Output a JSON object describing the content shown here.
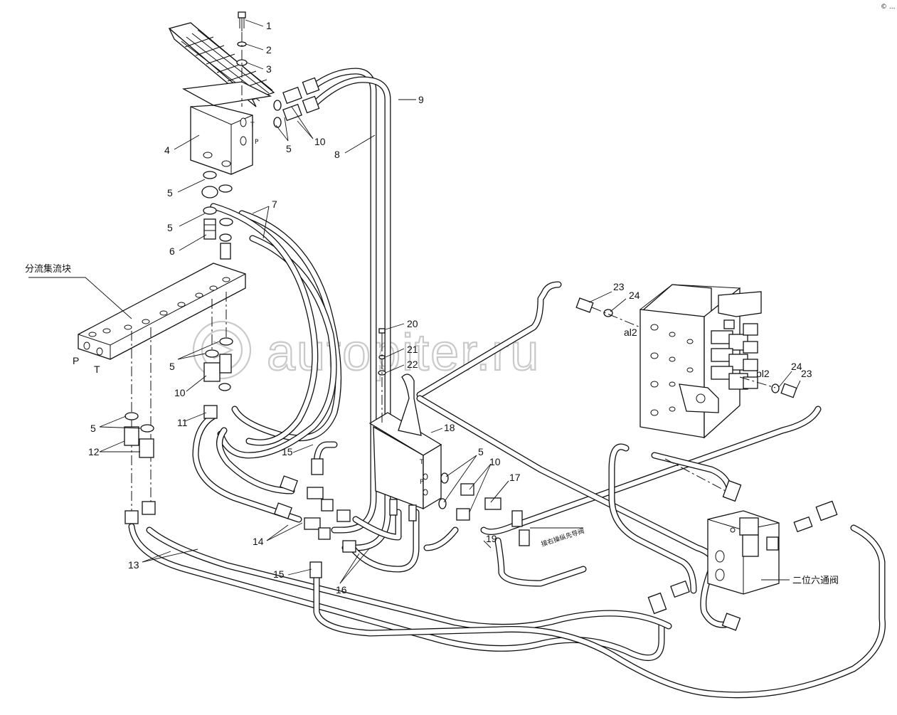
{
  "drawing": {
    "watermark": "autopiter.ru",
    "corner_mark": "© ...",
    "chinese_labels": {
      "flow_block": "分流集流块",
      "two_position_valve": "二位六通阀",
      "pilot_note": "接右操纵先导阀"
    },
    "port_labels": {
      "a": "al2",
      "b": "bl2",
      "pedal_t": "T",
      "pedal_p": "P",
      "block_p": "P",
      "block_t": "T",
      "valve_t": "T",
      "valve_p": "P"
    },
    "callouts": [
      {
        "id": "c1",
        "text": "1"
      },
      {
        "id": "c2",
        "text": "2"
      },
      {
        "id": "c3",
        "text": "3"
      },
      {
        "id": "c4",
        "text": "4"
      },
      {
        "id": "c5a",
        "text": "5"
      },
      {
        "id": "c5b",
        "text": "5"
      },
      {
        "id": "c5c",
        "text": "5"
      },
      {
        "id": "c5d",
        "text": "5"
      },
      {
        "id": "c5e",
        "text": "5"
      },
      {
        "id": "c5f",
        "text": "5"
      },
      {
        "id": "c6",
        "text": "6"
      },
      {
        "id": "c7",
        "text": "7"
      },
      {
        "id": "c8",
        "text": "8"
      },
      {
        "id": "c9",
        "text": "9"
      },
      {
        "id": "c10a",
        "text": "10"
      },
      {
        "id": "c10b",
        "text": "10"
      },
      {
        "id": "c10c",
        "text": "10"
      },
      {
        "id": "c11",
        "text": "11"
      },
      {
        "id": "c12",
        "text": "12"
      },
      {
        "id": "c13",
        "text": "13"
      },
      {
        "id": "c14",
        "text": "14"
      },
      {
        "id": "c15a",
        "text": "15"
      },
      {
        "id": "c15b",
        "text": "15"
      },
      {
        "id": "c16",
        "text": "16"
      },
      {
        "id": "c17",
        "text": "17"
      },
      {
        "id": "c18",
        "text": "18"
      },
      {
        "id": "c19",
        "text": "19"
      },
      {
        "id": "c20",
        "text": "20"
      },
      {
        "id": "c21",
        "text": "21"
      },
      {
        "id": "c22",
        "text": "22"
      },
      {
        "id": "c23a",
        "text": "23"
      },
      {
        "id": "c23b",
        "text": "23"
      },
      {
        "id": "c24a",
        "text": "24"
      },
      {
        "id": "c24b",
        "text": "24"
      }
    ]
  }
}
